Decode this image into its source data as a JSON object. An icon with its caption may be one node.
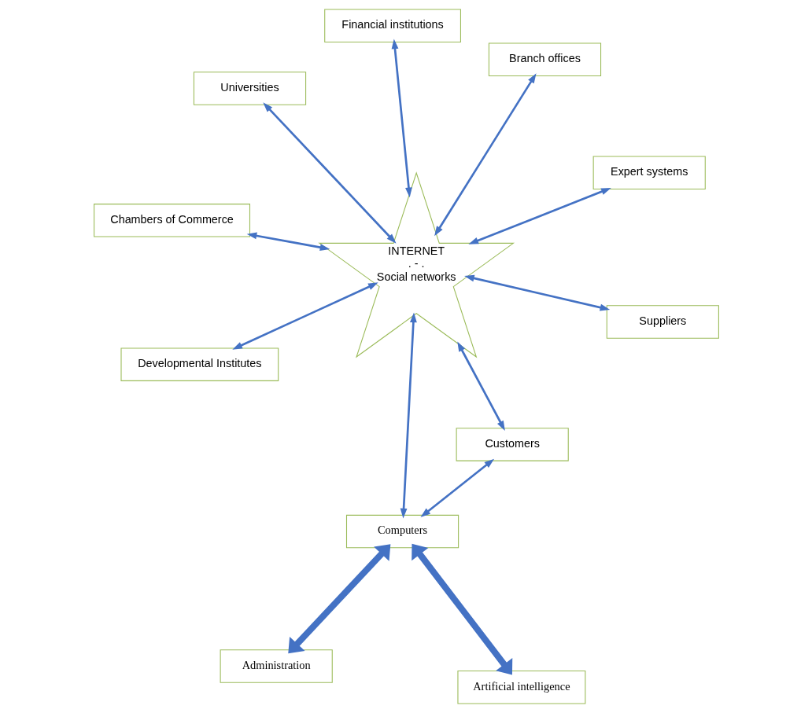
{
  "diagram": {
    "nodes": [
      {
        "text": [
          "Chambers of Commerce"
        ]
      },
      {
        "text": [
          "Expert systems"
        ]
      },
      {
        "text": [
          "Developmental Institutes"
        ]
      },
      {
        "text": [
          "Universities"
        ]
      },
      {
        "text": [
          "Branch offices"
        ]
      },
      {
        "text": [
          "Financial institutions"
        ]
      },
      {
        "text": [
          "INTERNET",
          ". - .",
          "Social networks"
        ]
      },
      {
        "text": [
          "Customers"
        ]
      },
      {
        "text": [
          "Suppliers"
        ]
      },
      {
        "text": [
          "Computers"
        ]
      },
      {
        "text": [
          "Artificial intelligence"
        ]
      },
      {
        "text": [
          "Administration"
        ]
      }
    ],
    "edges": [
      {
        "from": 0,
        "to": 6,
        "arrow": "both"
      },
      {
        "from": 1,
        "to": 6,
        "arrow": "both"
      },
      {
        "from": 2,
        "to": 6,
        "arrow": "both"
      },
      {
        "from": 3,
        "to": 6,
        "arrow": "both"
      },
      {
        "from": 5,
        "to": 6,
        "arrow": "both"
      },
      {
        "from": 4,
        "to": 6,
        "arrow": "both"
      },
      {
        "from": 7,
        "to": 6,
        "arrow": "both"
      },
      {
        "from": 6,
        "to": 8,
        "arrow": "both"
      },
      {
        "from": 6,
        "to": 9,
        "arrow": "both"
      },
      {
        "from": 7,
        "to": 9,
        "arrow": "both"
      },
      {
        "from": 9,
        "to": 10,
        "arrow": "both",
        "style": "thick"
      },
      {
        "from": 9,
        "to": 11,
        "arrow": "both",
        "style": "thick"
      }
    ]
  }
}
